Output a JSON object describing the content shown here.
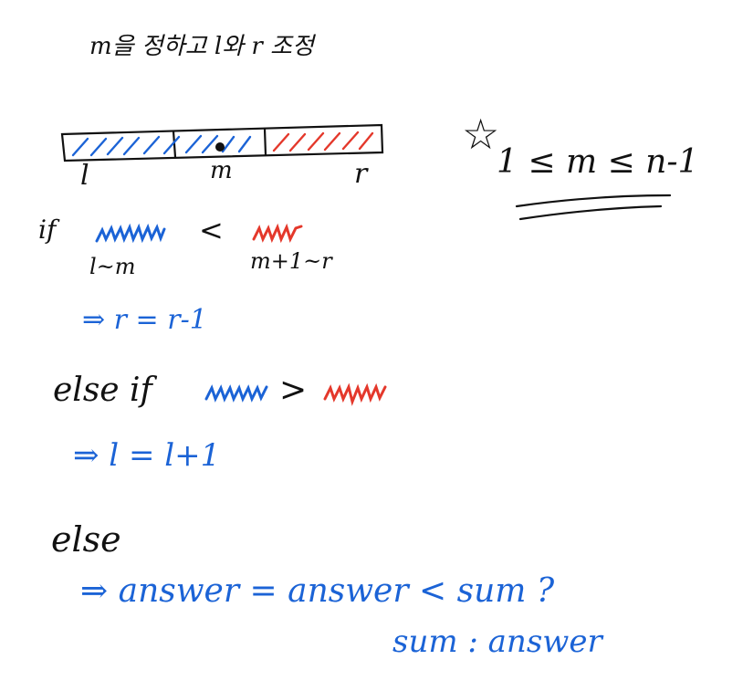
{
  "colors": {
    "ink": "#111111",
    "blue": "#1b63d6",
    "red": "#e4382b"
  },
  "title": "m을 정하고 l와 r 조정",
  "array_labels": {
    "left": "l",
    "mid": "m",
    "right": "r"
  },
  "constraint": {
    "star": "☆",
    "text": "1 ≤ m ≤ n-1"
  },
  "cond_if": {
    "keyword": "if",
    "op": "<",
    "left_range": "l~m",
    "right_range": "m+1~r"
  },
  "action_if": "⇒ r = r-1",
  "cond_elseif": {
    "keyword": "else if",
    "op": ">"
  },
  "action_elseif": "⇒ l = l+1",
  "cond_else": {
    "keyword": "else"
  },
  "action_else": {
    "line1": "⇒ answer = answer < sum ?",
    "line2": "sum : answer"
  }
}
